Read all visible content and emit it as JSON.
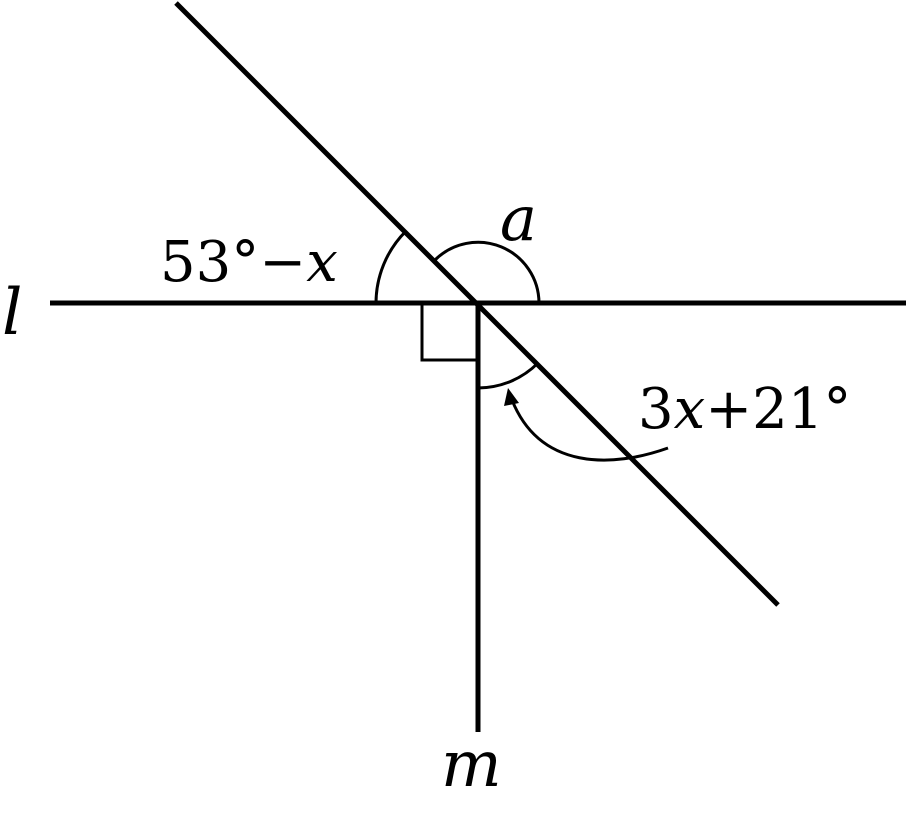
{
  "diagram": {
    "line_l_label": "l",
    "line_m_label": "m",
    "angle_top_left_label": {
      "number": "53°",
      "operator": "−",
      "variable": "x"
    },
    "angle_top_right_label": "a",
    "angle_bottom_right_label": {
      "coefficient": "3",
      "variable": "x",
      "operator": "+",
      "number": "21°"
    },
    "right_angle_marker": true,
    "colors": {
      "stroke": "#000000",
      "background": "#ffffff"
    }
  }
}
